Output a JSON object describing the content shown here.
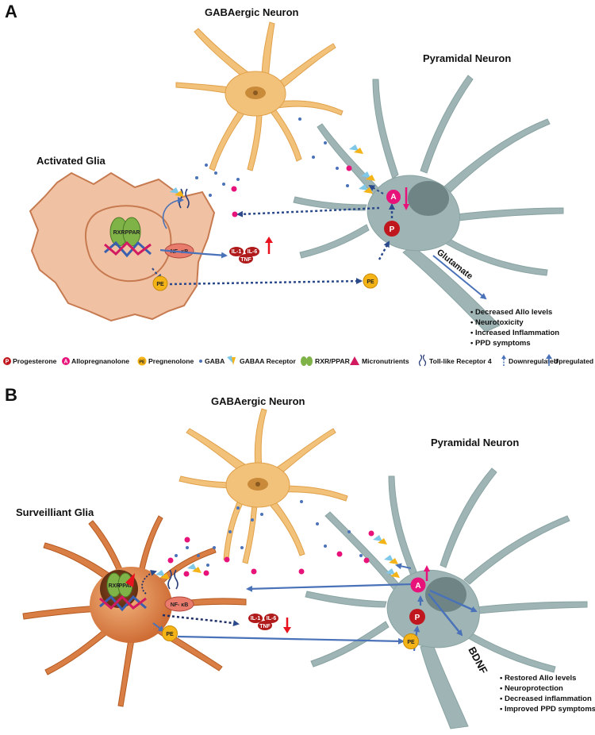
{
  "panel_a": {
    "letter": "A",
    "gaba_neuron": "GABAergic Neuron",
    "pyramidal_neuron": "Pyramidal Neuron",
    "glia": "Activated Glia",
    "glutamate": "Glutamate",
    "nfkb": "NF- κB",
    "cytokines": [
      "IL-1",
      "IL-6",
      "TNF"
    ],
    "allo": "A",
    "prog": "P",
    "pe": "PE",
    "rxr": "RXR",
    "ppar": "PPAR",
    "outcomes": [
      "Decreased Allo levels",
      "Neurotoxicity",
      "Increased Inflammation",
      "PPD symptoms"
    ]
  },
  "legend": {
    "items": [
      {
        "glyph": "P",
        "text": "Progesterone"
      },
      {
        "glyph": "A",
        "text": "Allopregnanolone"
      },
      {
        "glyph": "PE",
        "text": "Pregnenolone"
      },
      {
        "glyph": "",
        "text": "GABA"
      },
      {
        "glyph": "",
        "text": "GABAA Receptor"
      },
      {
        "glyph": "",
        "text": "RXR/PPAR"
      },
      {
        "glyph": "",
        "text": "Micronutrients"
      },
      {
        "glyph": "",
        "text": "Toll-like Receptor 4"
      },
      {
        "glyph": "",
        "text": "Downregulated"
      },
      {
        "glyph": "",
        "text": "Upregulated"
      }
    ]
  },
  "panel_b": {
    "letter": "B",
    "gaba_neuron": "GABAergic Neuron",
    "pyramidal_neuron": "Pyramidal Neuron",
    "glia": "Surveilliant Glia",
    "bdnf": "BDNF",
    "nfkb": "NF- κB",
    "cytokines": [
      "IL-1",
      "IL-6",
      "TNF"
    ],
    "allo": "A",
    "prog": "P",
    "pe": "PE",
    "rxr": "RXR",
    "ppar": "PPAR",
    "outcomes": [
      "Restored Allo levels",
      "Neuroprotection",
      "Decreased inflammation",
      "Improved PPD symptoms"
    ]
  },
  "colors": {
    "gaba_neuron": "#F2C27A",
    "pyramidal": "#9FB5B5",
    "glia_a": "#F0C2A3",
    "glia_b": "#D97E45",
    "arrow": "#4A72B8",
    "allo": "#E8137A",
    "prog": "#C0171E",
    "pe": "#F4B418"
  }
}
